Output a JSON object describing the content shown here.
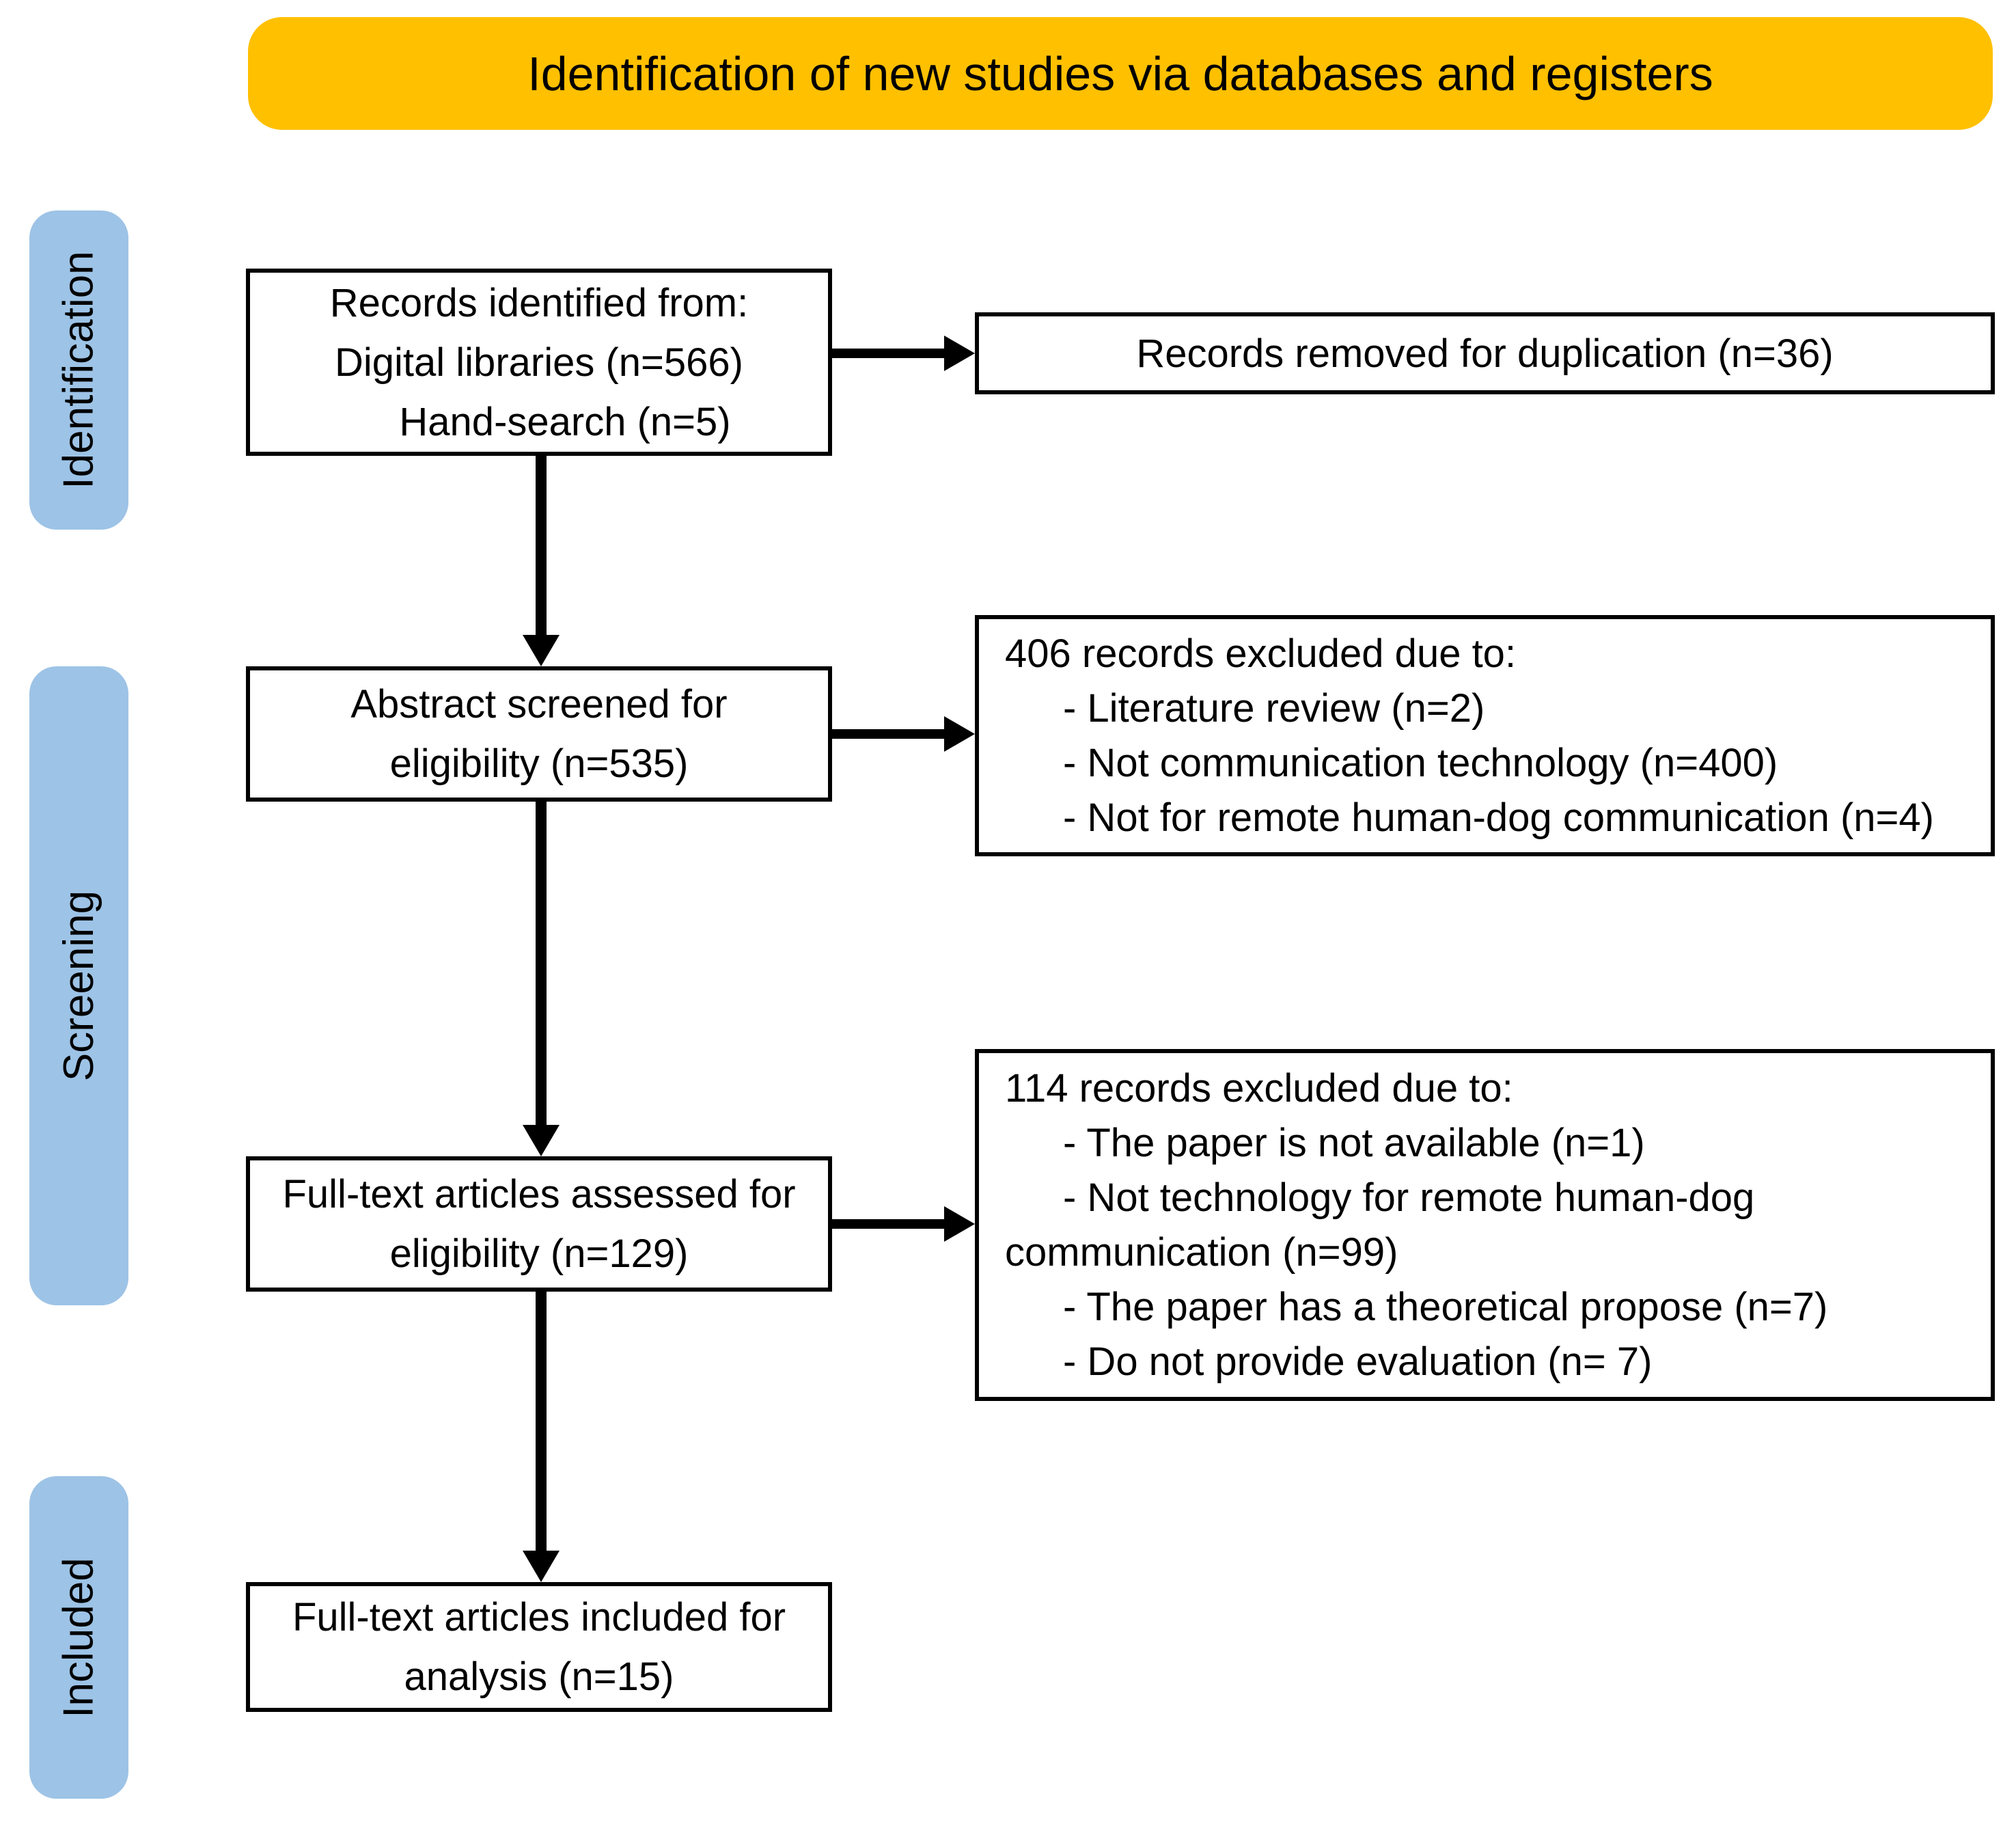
{
  "banner": {
    "title": "Identification of new studies via databases and registers"
  },
  "stage_labels": {
    "identification": "Identification",
    "screening": "Screening",
    "included": "Included"
  },
  "flow": {
    "records_identified": {
      "line1": "Records identified from:",
      "line2": "Digital libraries (n=566)",
      "line3": "Hand-search (n=5)"
    },
    "duplicates_removed": {
      "line1": "Records removed for duplication (n=36)"
    },
    "abstract_screened": {
      "line1": "Abstract screened for",
      "line2": "eligibility (n=535)"
    },
    "abstract_excluded": {
      "header": "406 records excluded due to:",
      "item1": "- Literature review (n=2)",
      "item2": "- Not communication technology (n=400)",
      "item3": "- Not for remote human-dog communication (n=4)"
    },
    "fulltext_assessed": {
      "line1": "Full-text articles assessed for",
      "line2": "eligibility (n=129)"
    },
    "fulltext_excluded": {
      "header": "114 records excluded due to:",
      "item1": "- The paper is not available (n=1)",
      "item2": "- Not technology for remote human-dog",
      "item2_continuation": "communication (n=99)",
      "item3": "- The paper has a theoretical propose (n=7)",
      "item4": "- Do not provide evaluation (n= 7)"
    },
    "fulltext_included": {
      "line1": "Full-text articles included for",
      "line2": "analysis (n=15)"
    }
  },
  "colors": {
    "banner_bg": "#FFC000",
    "stage_bg": "#9DC3E6",
    "box_bg": "#FFFFFF",
    "line_color": "#000000"
  }
}
